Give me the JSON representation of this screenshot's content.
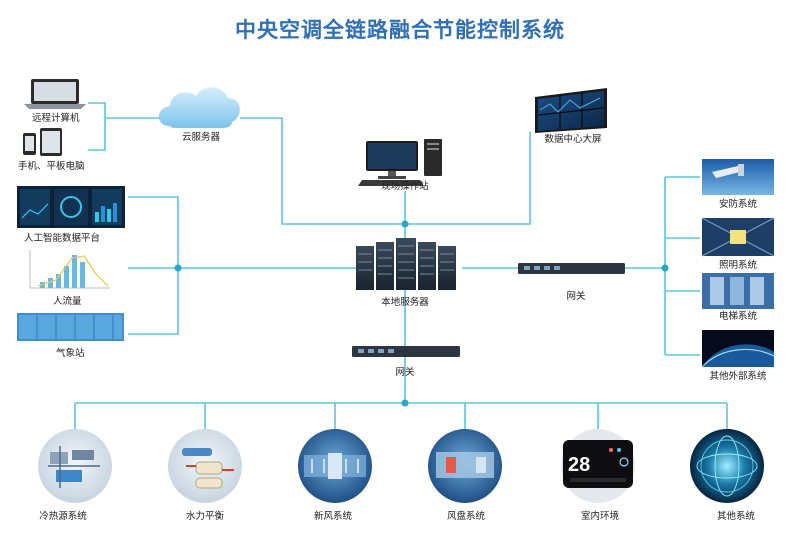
{
  "title": "中央空调全链路融合节能控制系统",
  "labels": {
    "remote_pc": "远程计算机",
    "mobile": "手机、平板电脑",
    "cloud": "云服务器",
    "workstation": "现场操作站",
    "datacenter_screen": "数据中心大屏",
    "ai_platform": "人工智能数据平台",
    "people_flow": "人流量",
    "weather": "气象站",
    "local_server": "本地服务器",
    "gateway_right": "网关",
    "gateway_bottom": "网关",
    "security": "安防系统",
    "lighting": "照明系统",
    "elevator": "电梯系统",
    "other_external": "其他外部系统",
    "chiller": "冷热源系统",
    "hydraulic": "水力平衡",
    "fresh_air": "新风系统",
    "fan_coil": "风盘系统",
    "indoor_env": "室内环境",
    "others": "其他系统",
    "thermostat_temp": "28"
  },
  "colors": {
    "line": "#5cc5d8",
    "node": "#2aa7c9",
    "title": "#2f6fb5"
  }
}
